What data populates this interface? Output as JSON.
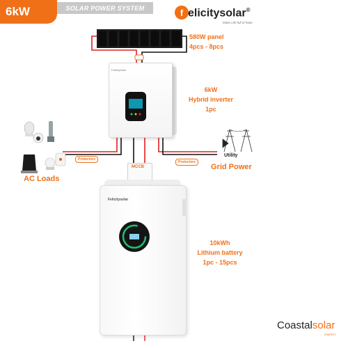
{
  "header": {
    "badge": "6kW",
    "system_title": "SOLAR POWER SYSTEM"
  },
  "brand": {
    "initial": "f",
    "name": "elicitysolar",
    "registered": "®",
    "tagline": "Make Life full of hope"
  },
  "panel": {
    "line1": "580W panel",
    "line2": "4pcs - 8pcs"
  },
  "inverter": {
    "line1": "6kW",
    "line2": "Hybrid inverter",
    "line3": "1pc",
    "brand": "Felicitysolar"
  },
  "ac_loads": {
    "label": "AC Loads"
  },
  "grid": {
    "utility": "Utility",
    "label": "Grid Power"
  },
  "protectors": {
    "left": "Protectors",
    "right": "Protectors"
  },
  "mccb": {
    "label": "MCCB"
  },
  "battery": {
    "line1": "10kWh",
    "line2": "Lithium battery",
    "line3": "1pc - 15pcs",
    "brand": "Felicitysolar"
  },
  "footer": {
    "brand_a": "Coastal",
    "brand_b": "solar",
    "sub": "ENERGY"
  },
  "colors": {
    "accent": "#f07018",
    "wire_red": "#e02020",
    "wire_black": "#111111"
  }
}
